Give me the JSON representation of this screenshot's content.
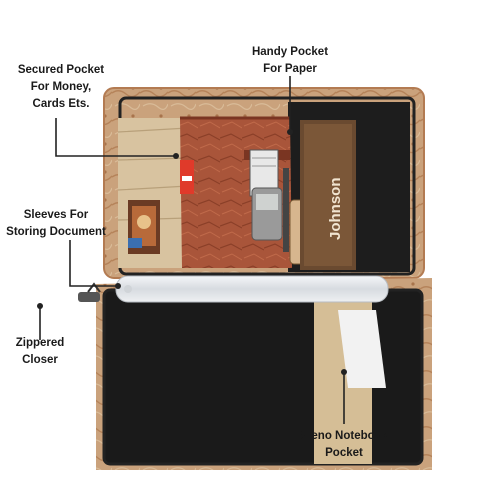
{
  "callouts": {
    "secured_pocket": [
      "Secured Pocket",
      "For Money,",
      "Cards Ets."
    ],
    "handy_pocket": [
      "Handy Pocket",
      "For Paper"
    ],
    "sleeves": [
      "Sleeves For",
      "Storing Document"
    ],
    "zippered": [
      "Zippered",
      "Closer"
    ],
    "steno": [
      "Steno Notebook",
      "Pocket"
    ]
  },
  "notebook_text": "Johnson",
  "colors": {
    "leather": "#c8a07a",
    "brown_pocket": "#a84f34",
    "liner": "#1c1c1c",
    "sleeve": "#e6e9ec",
    "pointer": "#222222"
  }
}
